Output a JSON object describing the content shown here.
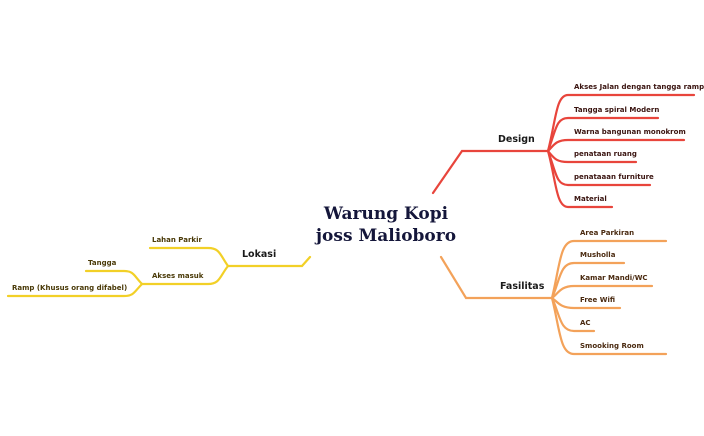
{
  "central_topic": {
    "line1": "Warung Kopi",
    "line2": "joss Malioboro"
  },
  "branches": {
    "design": {
      "label": "Design",
      "color": "#e8453c",
      "children": [
        "Akses Jalan dengan tangga ramp",
        "Tangga spiral Modern",
        "Warna bangunan monokrom",
        "penataan ruang",
        "penataaan furniture",
        "Material"
      ]
    },
    "fasilitas": {
      "label": "Fasilitas",
      "color": "#f3a25a",
      "children": [
        "Area Parkiran",
        "Musholla",
        "Kamar Mandi/WC",
        "Free Wifi",
        "AC",
        "Smooking Room"
      ]
    },
    "lokasi": {
      "label": "Lokasi",
      "color": "#f2d027",
      "children": [
        {
          "label": "Lahan Parkir",
          "children": []
        },
        {
          "label": "Akses masuk",
          "children": [
            "Tangga",
            "Ramp (Khusus orang difabel)"
          ]
        }
      ]
    }
  }
}
